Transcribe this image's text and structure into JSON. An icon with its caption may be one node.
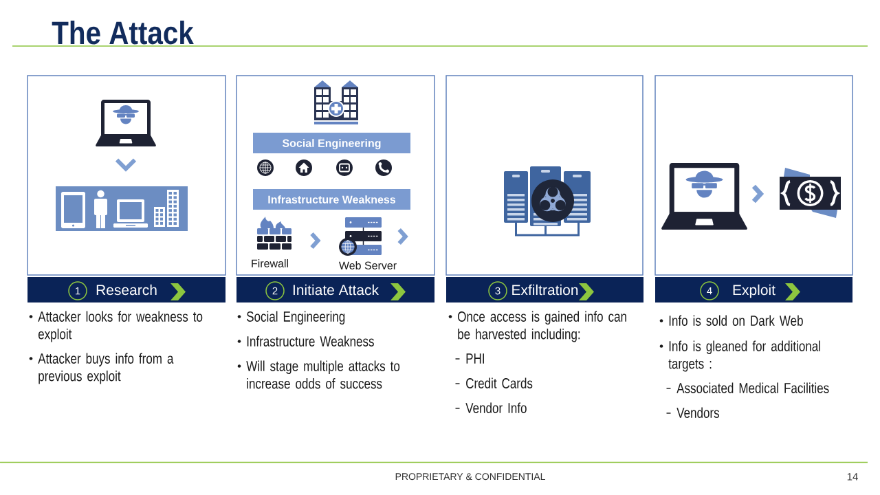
{
  "diagram": {
    "title": "The Attack",
    "nodes": [
      {
        "text": [],
        "shape": "box"
      },
      {
        "text": [],
        "shape": "picture",
        "in": 0
      },
      {
        "text": [],
        "shape": "picture",
        "in": 0
      },
      {
        "text": [
          "Research"
        ]
      },
      {
        "text": [
          "1"
        ],
        "in": 3
      },
      {
        "text": [],
        "shape": "box"
      },
      {
        "text": [
          "Social Engineering"
        ],
        "in": 5
      },
      {
        "text": [
          "Infrastructure Weakness"
        ],
        "in": 5
      },
      {
        "text": [],
        "shape": "picture",
        "beside": [
          "Firewall"
        ],
        "in": 5
      },
      {
        "text": [],
        "shape": "picture",
        "beside": [
          "Web Server"
        ],
        "in": 5
      },
      {
        "text": [
          "Initiate Attack"
        ]
      },
      {
        "text": [
          "2"
        ],
        "in": 10
      },
      {
        "text": [],
        "shape": "box"
      },
      {
        "text": [
          "Exfiltration"
        ]
      },
      {
        "text": [
          "3"
        ],
        "in": 13
      },
      {
        "text": [],
        "shape": "box"
      },
      {
        "text": [],
        "shape": "picture",
        "in": 15
      },
      {
        "text": [],
        "shape": "picture",
        "in": 15
      },
      {
        "text": [
          "Exploit"
        ]
      },
      {
        "text": [
          "4"
        ],
        "in": 18
      }
    ],
    "edges": [
      {
        "from": 1,
        "to": 2,
        "arrow": "to"
      },
      {
        "from": 8,
        "to": 9,
        "arrow": "to"
      },
      {
        "from": 9,
        "to": null,
        "arrow": "to"
      },
      {
        "from": 16,
        "to": 17,
        "arrow": "to"
      }
    ],
    "labels": [
      "Attacker looks for weakness to exploit",
      "Attacker buys info from a previous exploit",
      "Social Engineering",
      "Infrastructure Weakness",
      "Will stage multiple attacks to increase odds of success",
      "Once access is gained info can be harvested including:",
      "PHI",
      "Credit Cards",
      "Vendor Info",
      "Info is sold on Dark Web",
      "Info is gleaned for additional targets :",
      "Associated Medical Facilities",
      "Vendors",
      "PROPRIETARY & CONFIDENTIAL",
      "14"
    ]
  }
}
